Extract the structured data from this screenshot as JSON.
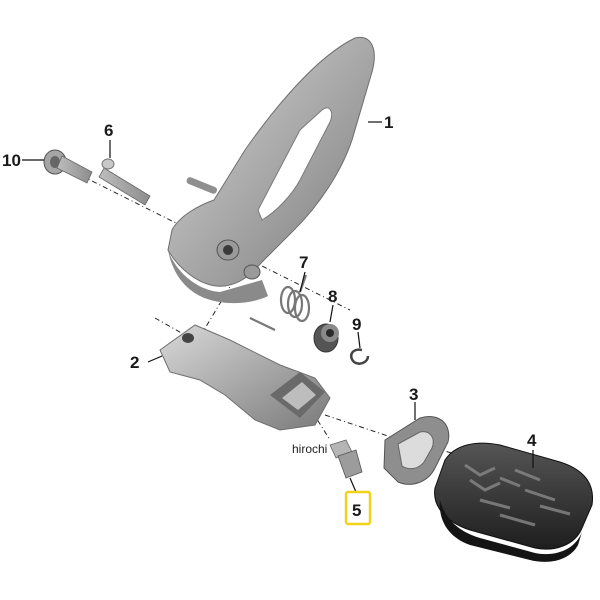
{
  "diagram": {
    "callouts": [
      {
        "id": "1",
        "label": "1"
      },
      {
        "id": "2",
        "label": "2"
      },
      {
        "id": "3",
        "label": "3"
      },
      {
        "id": "4",
        "label": "4"
      },
      {
        "id": "5",
        "label": "5"
      },
      {
        "id": "6",
        "label": "6"
      },
      {
        "id": "7",
        "label": "7"
      },
      {
        "id": "8",
        "label": "8"
      },
      {
        "id": "9",
        "label": "9"
      },
      {
        "id": "10",
        "label": "10"
      }
    ],
    "highlighted_callout": "5",
    "highlight_color": "#f2d21a",
    "watermark": "hirochi"
  }
}
